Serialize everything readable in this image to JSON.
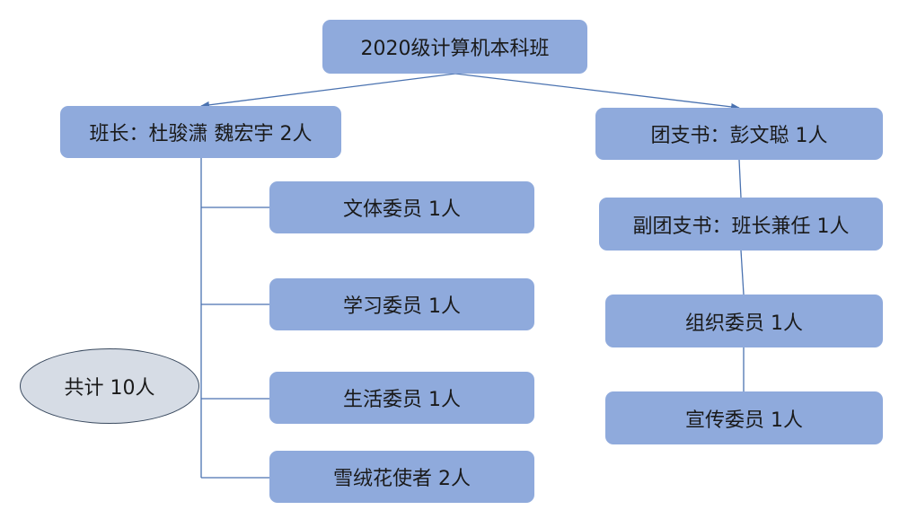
{
  "title": "2020级计算机本科班",
  "left_branch": {
    "head": "班长：杜骏潇 魏宏宇 2人",
    "members": [
      "文体委员 1人",
      "学习委员 1人",
      "生活委员 1人",
      "雪绒花使者 2人"
    ]
  },
  "right_branch": {
    "head": "团支书：彭文聪 1人",
    "members": [
      "副团支书：班长兼任  1人",
      "组织委员 1人",
      "宣传委员  1人"
    ]
  },
  "total": "共计  10人",
  "colors": {
    "box_fill": "#8faadc",
    "ellipse_fill": "#d6dce5",
    "line": "#4a72b0"
  }
}
